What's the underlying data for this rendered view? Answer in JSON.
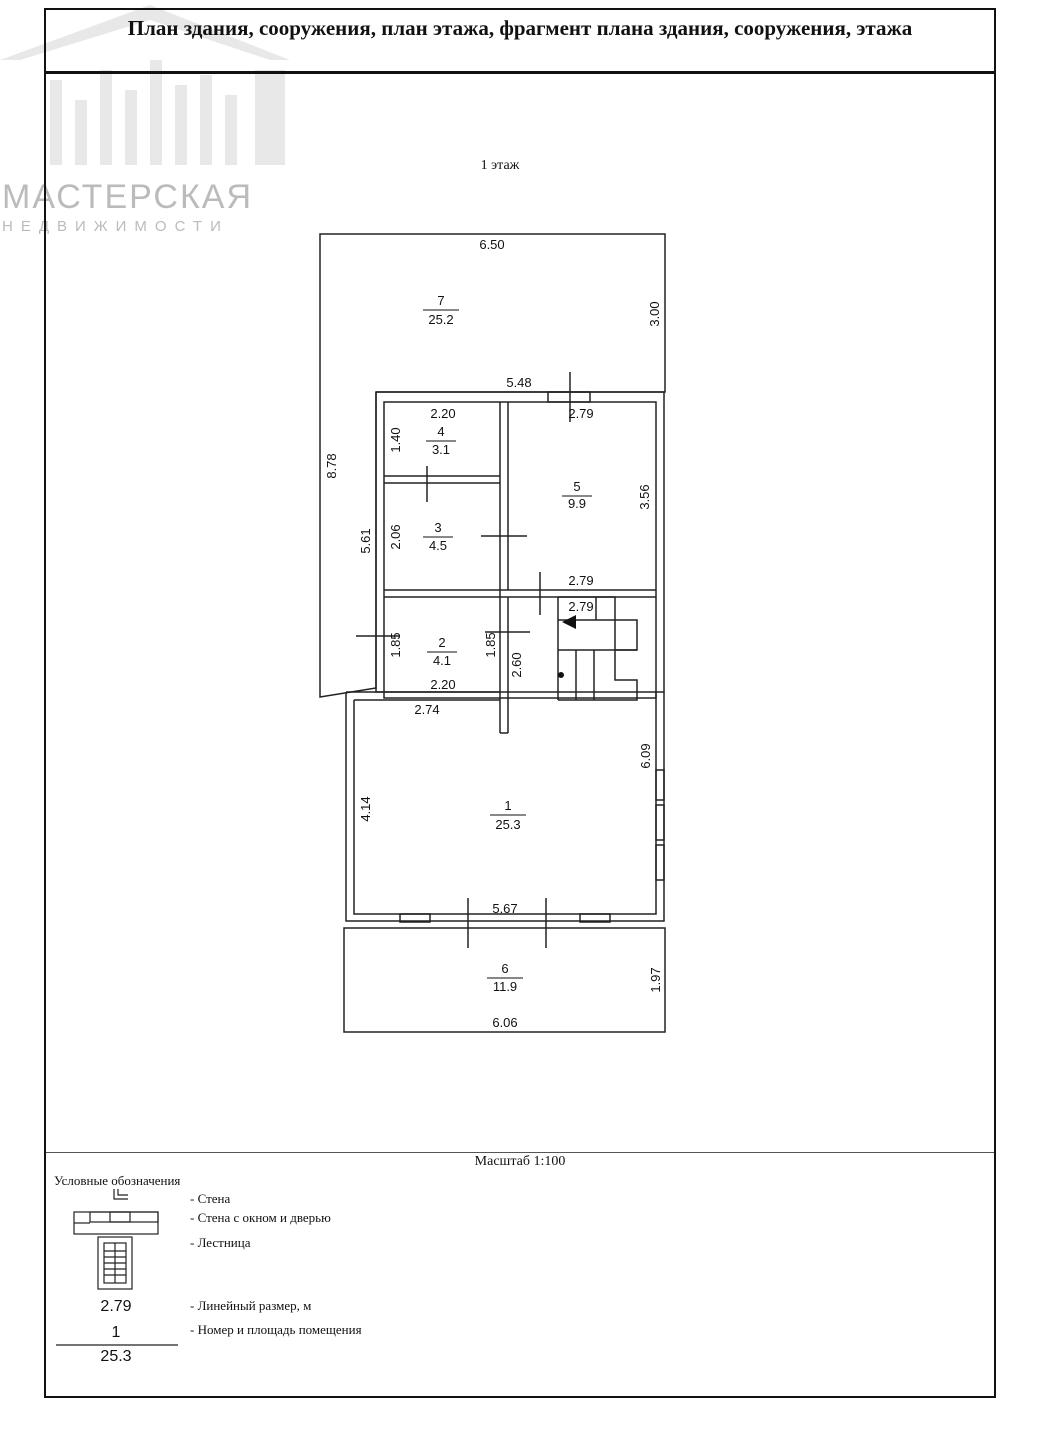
{
  "title": "План здания, сооружения, план этажа, фрагмент плана здания, сооружения, этажа",
  "watermark": {
    "line1": "МАСТЕРСКАЯ",
    "line2": "НЕДВИЖИМОСТИ"
  },
  "floor_label": "1 этаж",
  "scale_label": "Масштаб 1:100",
  "rooms": [
    {
      "number": "7",
      "area": "25.2"
    },
    {
      "number": "4",
      "area": "3.1"
    },
    {
      "number": "5",
      "area": "9.9"
    },
    {
      "number": "3",
      "area": "4.5"
    },
    {
      "number": "2",
      "area": "4.1"
    },
    {
      "number": "1",
      "area": "25.3"
    },
    {
      "number": "6",
      "area": "11.9"
    }
  ],
  "dimensions": {
    "d650": "6.50",
    "d300": "3.00",
    "d548": "5.48",
    "d279a": "2.79",
    "d220a": "2.20",
    "d140": "1.40",
    "d878": "8.78",
    "d356": "3.56",
    "d561": "5.61",
    "d206": "2.06",
    "d279b": "2.79",
    "d279c": "2.79",
    "d185a": "1.85",
    "d185b": "1.85",
    "d260": "2.60",
    "d220b": "2.20",
    "d274": "2.74",
    "d609": "6.09",
    "d414": "4.14",
    "d567": "5.67",
    "d197": "1.97",
    "d606": "6.06"
  },
  "legend": {
    "title": "Условные обозначения",
    "wall": "- Стена",
    "wall_window_door": "- Стена с окном и дверью",
    "stairs": "- Лестница",
    "linear_size": "- Линейный размер, м",
    "room_number_area": "- Номер и площадь помещения",
    "sample_dimension": "2.79",
    "sample_room_number": "1",
    "sample_room_area": "25.3"
  }
}
